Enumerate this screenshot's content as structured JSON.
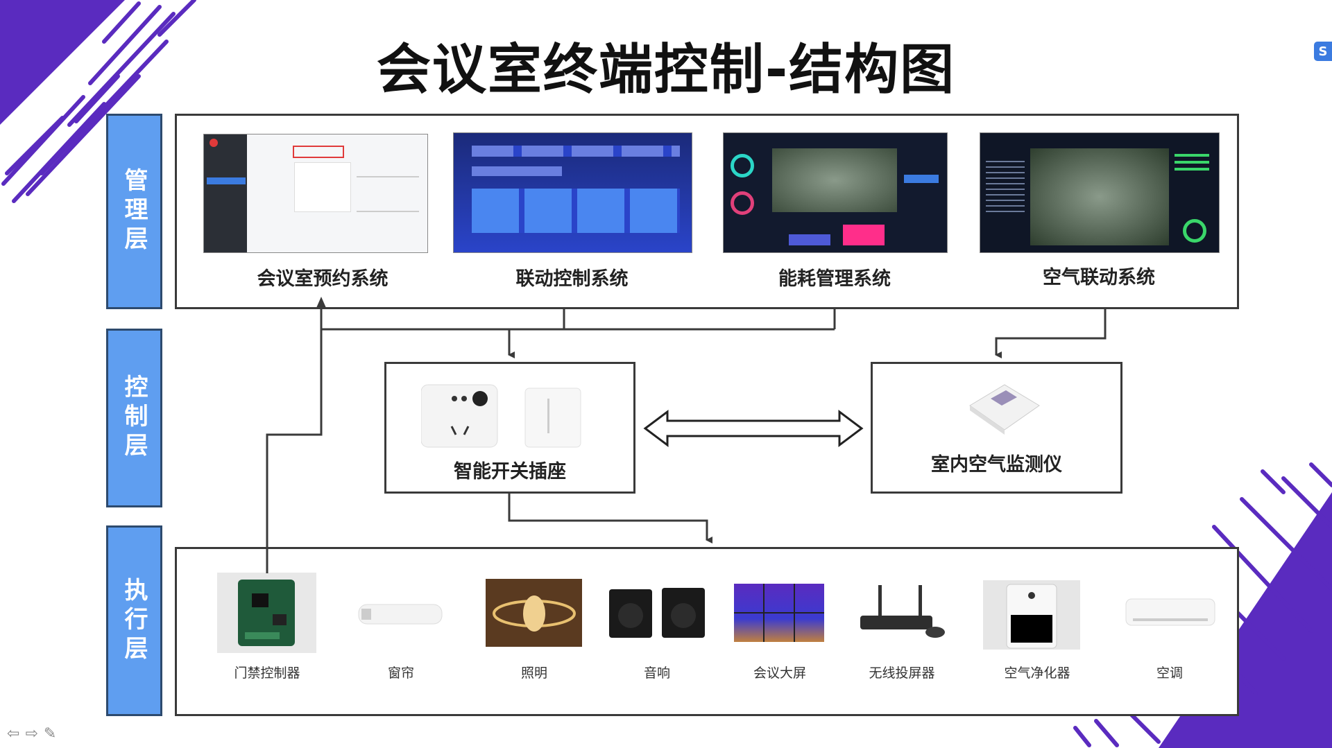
{
  "title": "会议室终端控制-结构图",
  "layers": {
    "management": "管理层",
    "control": "控制层",
    "execution": "执行层"
  },
  "management_systems": [
    {
      "label": "会议室预约系统",
      "icon": "booking-calendar-screenshot"
    },
    {
      "label": "联动控制系统",
      "icon": "linkage-dashboard-screenshot"
    },
    {
      "label": "能耗管理系统",
      "icon": "energy-dashboard-screenshot"
    },
    {
      "label": "空气联动系统",
      "icon": "air-dashboard-screenshot"
    }
  ],
  "control_devices": [
    {
      "label": "智能开关插座",
      "icon": "smart-socket-icon"
    },
    {
      "label": "室内空气监测仪",
      "icon": "air-monitor-icon"
    }
  ],
  "execution_devices": [
    {
      "label": "门禁控制器",
      "icon": "access-controller-icon"
    },
    {
      "label": "窗帘",
      "icon": "curtain-motor-icon"
    },
    {
      "label": "照明",
      "icon": "lighting-icon"
    },
    {
      "label": "音响",
      "icon": "speaker-icon"
    },
    {
      "label": "会议大屏",
      "icon": "display-wall-icon"
    },
    {
      "label": "无线投屏器",
      "icon": "wireless-projector-icon"
    },
    {
      "label": "空气净化器",
      "icon": "air-purifier-icon"
    },
    {
      "label": "空调",
      "icon": "air-conditioner-icon"
    }
  ],
  "colors": {
    "layer_fill": "#5f9ef0",
    "accent_purple": "#5a2bbf",
    "line": "#3a3a3a"
  }
}
